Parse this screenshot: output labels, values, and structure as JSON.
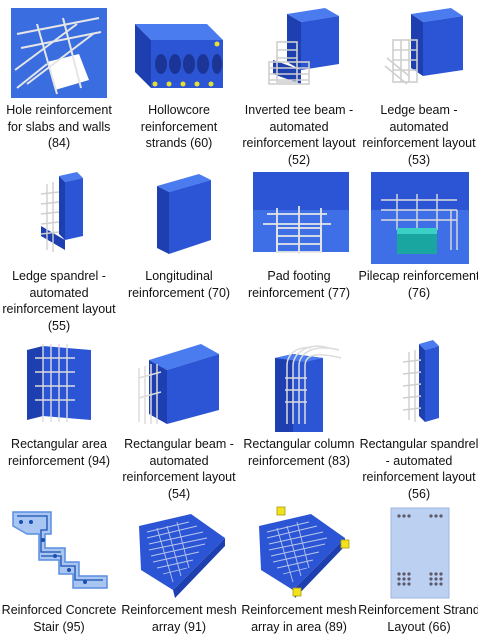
{
  "components": [
    {
      "label": "Hole reinforcement\nfor slabs and walls\n(84)",
      "icon": "hole-reinforcement-icon"
    },
    {
      "label": "Hollowcore\nreinforcement\nstrands (60)",
      "icon": "hollowcore-strands-icon"
    },
    {
      "label": "Inverted tee beam -\nautomated\nreinforcement layout\n(52)",
      "icon": "inverted-tee-beam-icon"
    },
    {
      "label": "Ledge beam -\nautomated\nreinforcement layout\n(53)",
      "icon": "ledge-beam-icon"
    },
    {
      "label": "Ledge spandrel -\nautomated\nreinforcement layout\n(55)",
      "icon": "ledge-spandrel-icon"
    },
    {
      "label": "Longitudinal\nreinforcement (70)",
      "icon": "longitudinal-reinforcement-icon"
    },
    {
      "label": "Pad footing\nreinforcement (77)",
      "icon": "pad-footing-icon"
    },
    {
      "label": "Pilecap reinforcement\n(76)",
      "icon": "pilecap-icon"
    },
    {
      "label": "Rectangular area\nreinforcement (94)",
      "icon": "rectangular-area-icon"
    },
    {
      "label": "Rectangular beam -\nautomated\nreinforcement layout\n(54)",
      "icon": "rectangular-beam-icon"
    },
    {
      "label": "Rectangular column\nreinforcement (83)",
      "icon": "rectangular-column-icon"
    },
    {
      "label": "Rectangular spandrel\n- automated\nreinforcement layout\n(56)",
      "icon": "rectangular-spandrel-icon"
    },
    {
      "label": "Reinforced Concrete\nStair (95)",
      "icon": "concrete-stair-icon"
    },
    {
      "label": "Reinforcement mesh\narray (91)",
      "icon": "mesh-array-icon"
    },
    {
      "label": "Reinforcement mesh\narray in area (89)",
      "icon": "mesh-array-area-icon"
    },
    {
      "label": "Reinforcement Strand\nLayout (66)",
      "icon": "strand-layout-icon"
    }
  ]
}
